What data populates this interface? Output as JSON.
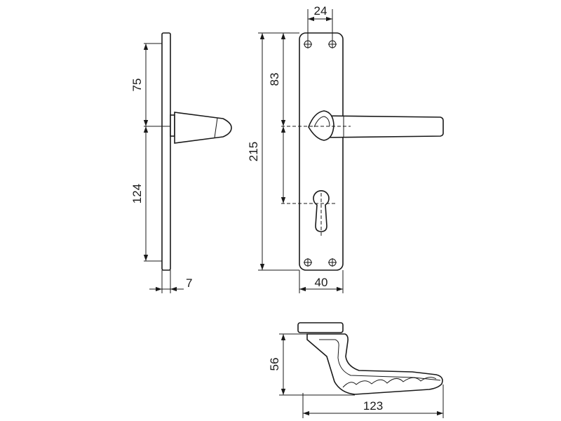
{
  "drawing": {
    "dimensions": {
      "plate_top_to_handle": "75",
      "handle_to_keyhole_side": "124",
      "plate_thickness": "7",
      "plate_length": "215",
      "plate_top_to_handle_front": "83",
      "screw_spacing": "24",
      "plate_width": "40",
      "handle_height": "56",
      "handle_length": "123"
    }
  }
}
